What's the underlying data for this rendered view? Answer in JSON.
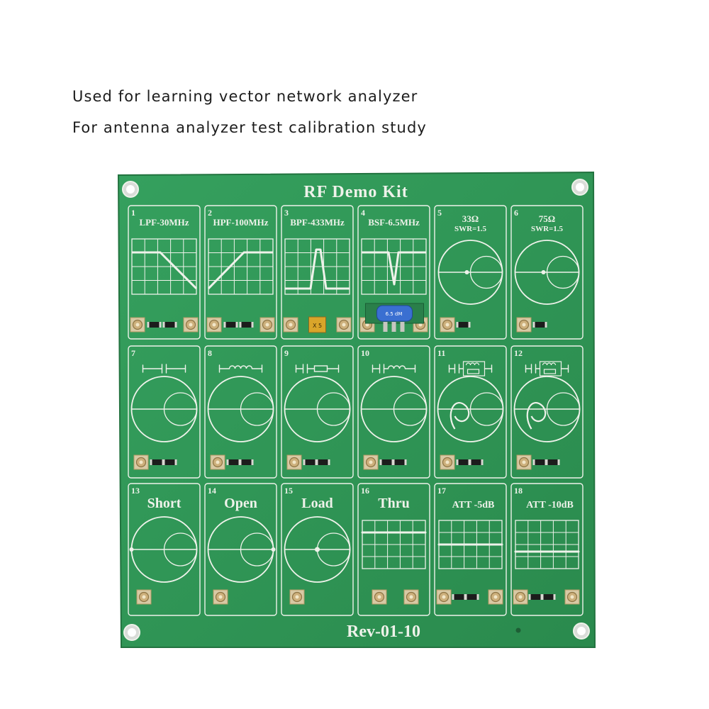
{
  "captions": [
    "Used for learning vector network analyzer",
    "For antenna analyzer test calibration study"
  ],
  "board": {
    "title": "RF Demo Kit",
    "revision": "Rev-01-10",
    "colors": {
      "pcb": "#2d9153",
      "silkscreen": "#eef2ea",
      "pad": "#cdb07c",
      "smd": "#1c1c1c"
    },
    "modules": [
      {
        "num": "1",
        "label": "LPF-30MHz",
        "graphic": "lowpass-response"
      },
      {
        "num": "2",
        "label": "HPF-100MHz",
        "graphic": "highpass-response"
      },
      {
        "num": "3",
        "label": "BPF-433MHz",
        "graphic": "bandpass-response",
        "part_marking": "X 5"
      },
      {
        "num": "4",
        "label": "BSF-6.5MHz",
        "graphic": "bandstop-response",
        "part_marking": "6.5 dM"
      },
      {
        "num": "5",
        "label": "33Ω",
        "sublabel": "SWR=1.5",
        "graphic": "smith-chart"
      },
      {
        "num": "6",
        "label": "75Ω",
        "sublabel": "SWR=1.5",
        "graphic": "smith-chart"
      },
      {
        "num": "7",
        "label": "",
        "graphic": "smith-chart",
        "schematic": "capacitor-symbol"
      },
      {
        "num": "8",
        "label": "",
        "graphic": "smith-chart",
        "schematic": "inductor-symbol"
      },
      {
        "num": "9",
        "label": "",
        "graphic": "smith-chart",
        "schematic": "capacitor-resistor-symbol"
      },
      {
        "num": "10",
        "label": "",
        "graphic": "smith-chart",
        "schematic": "capacitor-inductor-symbol"
      },
      {
        "num": "11",
        "label": "",
        "graphic": "smith-chart-loop",
        "schematic": "rlc-network-symbol"
      },
      {
        "num": "12",
        "label": "",
        "graphic": "smith-chart-loop",
        "schematic": "rlc-network-symbol"
      },
      {
        "num": "13",
        "label": "Short",
        "graphic": "smith-chart"
      },
      {
        "num": "14",
        "label": "Open",
        "graphic": "smith-chart"
      },
      {
        "num": "15",
        "label": "Load",
        "graphic": "smith-chart"
      },
      {
        "num": "16",
        "label": "Thru",
        "graphic": "grid-flat"
      },
      {
        "num": "17",
        "label": "ATT -5dB",
        "graphic": "grid-flat"
      },
      {
        "num": "18",
        "label": "ATT -10dB",
        "graphic": "grid-flat"
      }
    ]
  }
}
